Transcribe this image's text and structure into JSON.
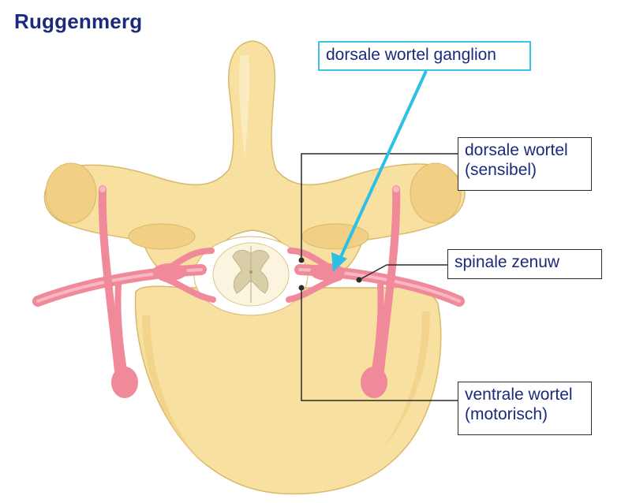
{
  "title": "Ruggenmerg",
  "labels": {
    "ganglion": "dorsale wortel ganglion",
    "dorsal_root": "dorsale wortel\n(sensibel)",
    "spinal_nerve": "spinale zenuw",
    "ventral_root": "ventrale wortel\n(motorisch)"
  },
  "colors": {
    "bone": "#f8e0a0",
    "bone_stroke": "#d9b96a",
    "nerve": "#f0899a",
    "nerve_light": "#f7b8c2",
    "cord": "#fbf4de",
    "grey_matter": "#d8cfa8",
    "title": "#1b2a7a",
    "arrow": "#2cc0e6"
  }
}
